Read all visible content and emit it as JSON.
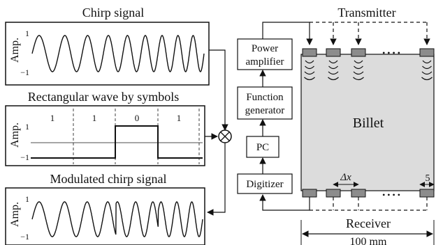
{
  "panels": {
    "chirp_title": "Chirp signal",
    "rect_title": "Rectangular wave by symbols",
    "mod_title": "Modulated chirp signal",
    "amp_label": "Amp.",
    "tick_pos": "1",
    "tick_neg": "−1",
    "symbols": [
      "1",
      "1",
      "0",
      "1"
    ]
  },
  "blocks": {
    "power_amplifier": [
      "Power",
      "amplifier"
    ],
    "function_generator": [
      "Function",
      "generator"
    ],
    "pc": "PC",
    "digitizer": "Digitizer"
  },
  "billet": {
    "title": "Billet",
    "transmitter": "Transmitter",
    "receiver": "Receiver",
    "dx": "Δx",
    "five": "5",
    "width": "100 mm",
    "dots": "• • • •"
  },
  "multiply_symbol": "⊗",
  "colors": {
    "billet_fill": "#dcdcdc",
    "transducer_fill": "#8c8c8c",
    "line": "#111111"
  }
}
